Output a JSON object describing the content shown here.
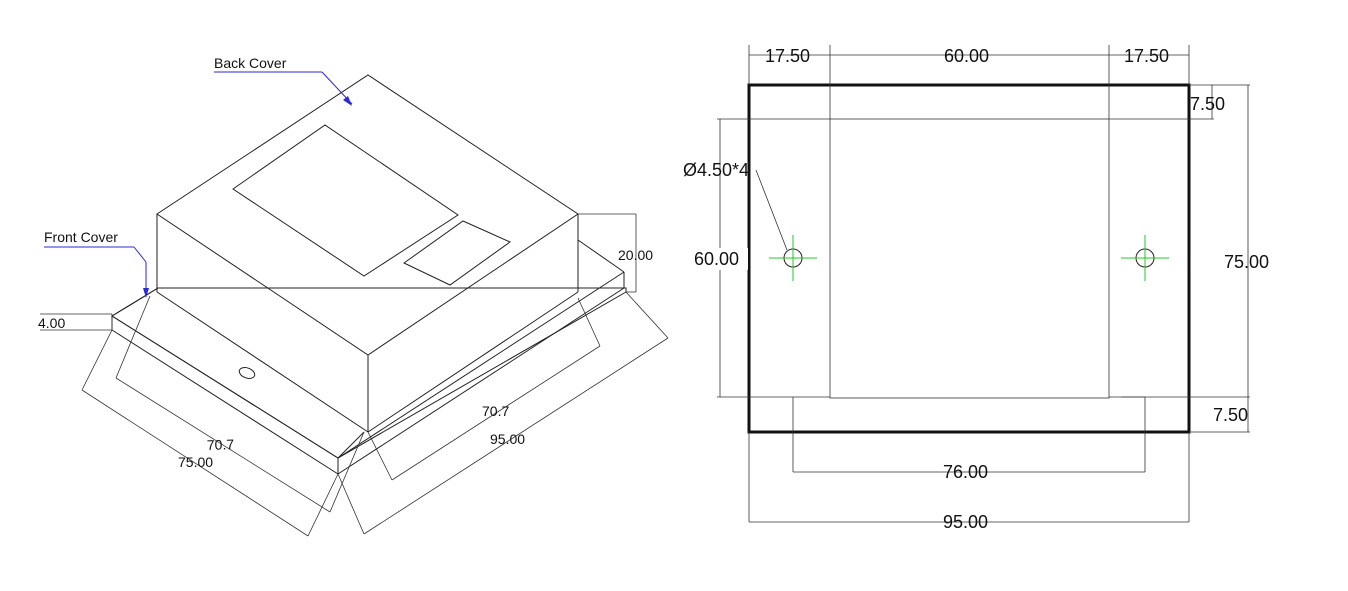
{
  "iso_view": {
    "back_cover_label": "Back Cover",
    "front_cover_label": "Front Cover",
    "dim_height": "20.00",
    "dim_plate_thickness": "4.00",
    "dim_body_width_left": "70.7",
    "dim_plate_width_left": "75.00",
    "dim_body_width_right": "70.7",
    "dim_plate_width_right": "95.00",
    "colors": {
      "leader": "#2a2ad8",
      "line": "#222222"
    }
  },
  "plan_view": {
    "dim_top_left": "17.50",
    "dim_top_center": "60.00",
    "dim_top_right": "17.50",
    "dim_right_top": "7.50",
    "dim_right_total": "75.00",
    "dim_right_bottom": "7.50",
    "dim_left_inner": "60.00",
    "dim_hole_spacing": "76.00",
    "dim_total_width": "95.00",
    "hole_callout": "Ø4.50*4",
    "colors": {
      "centerline": "#22cc22",
      "outline": "#111111"
    }
  }
}
